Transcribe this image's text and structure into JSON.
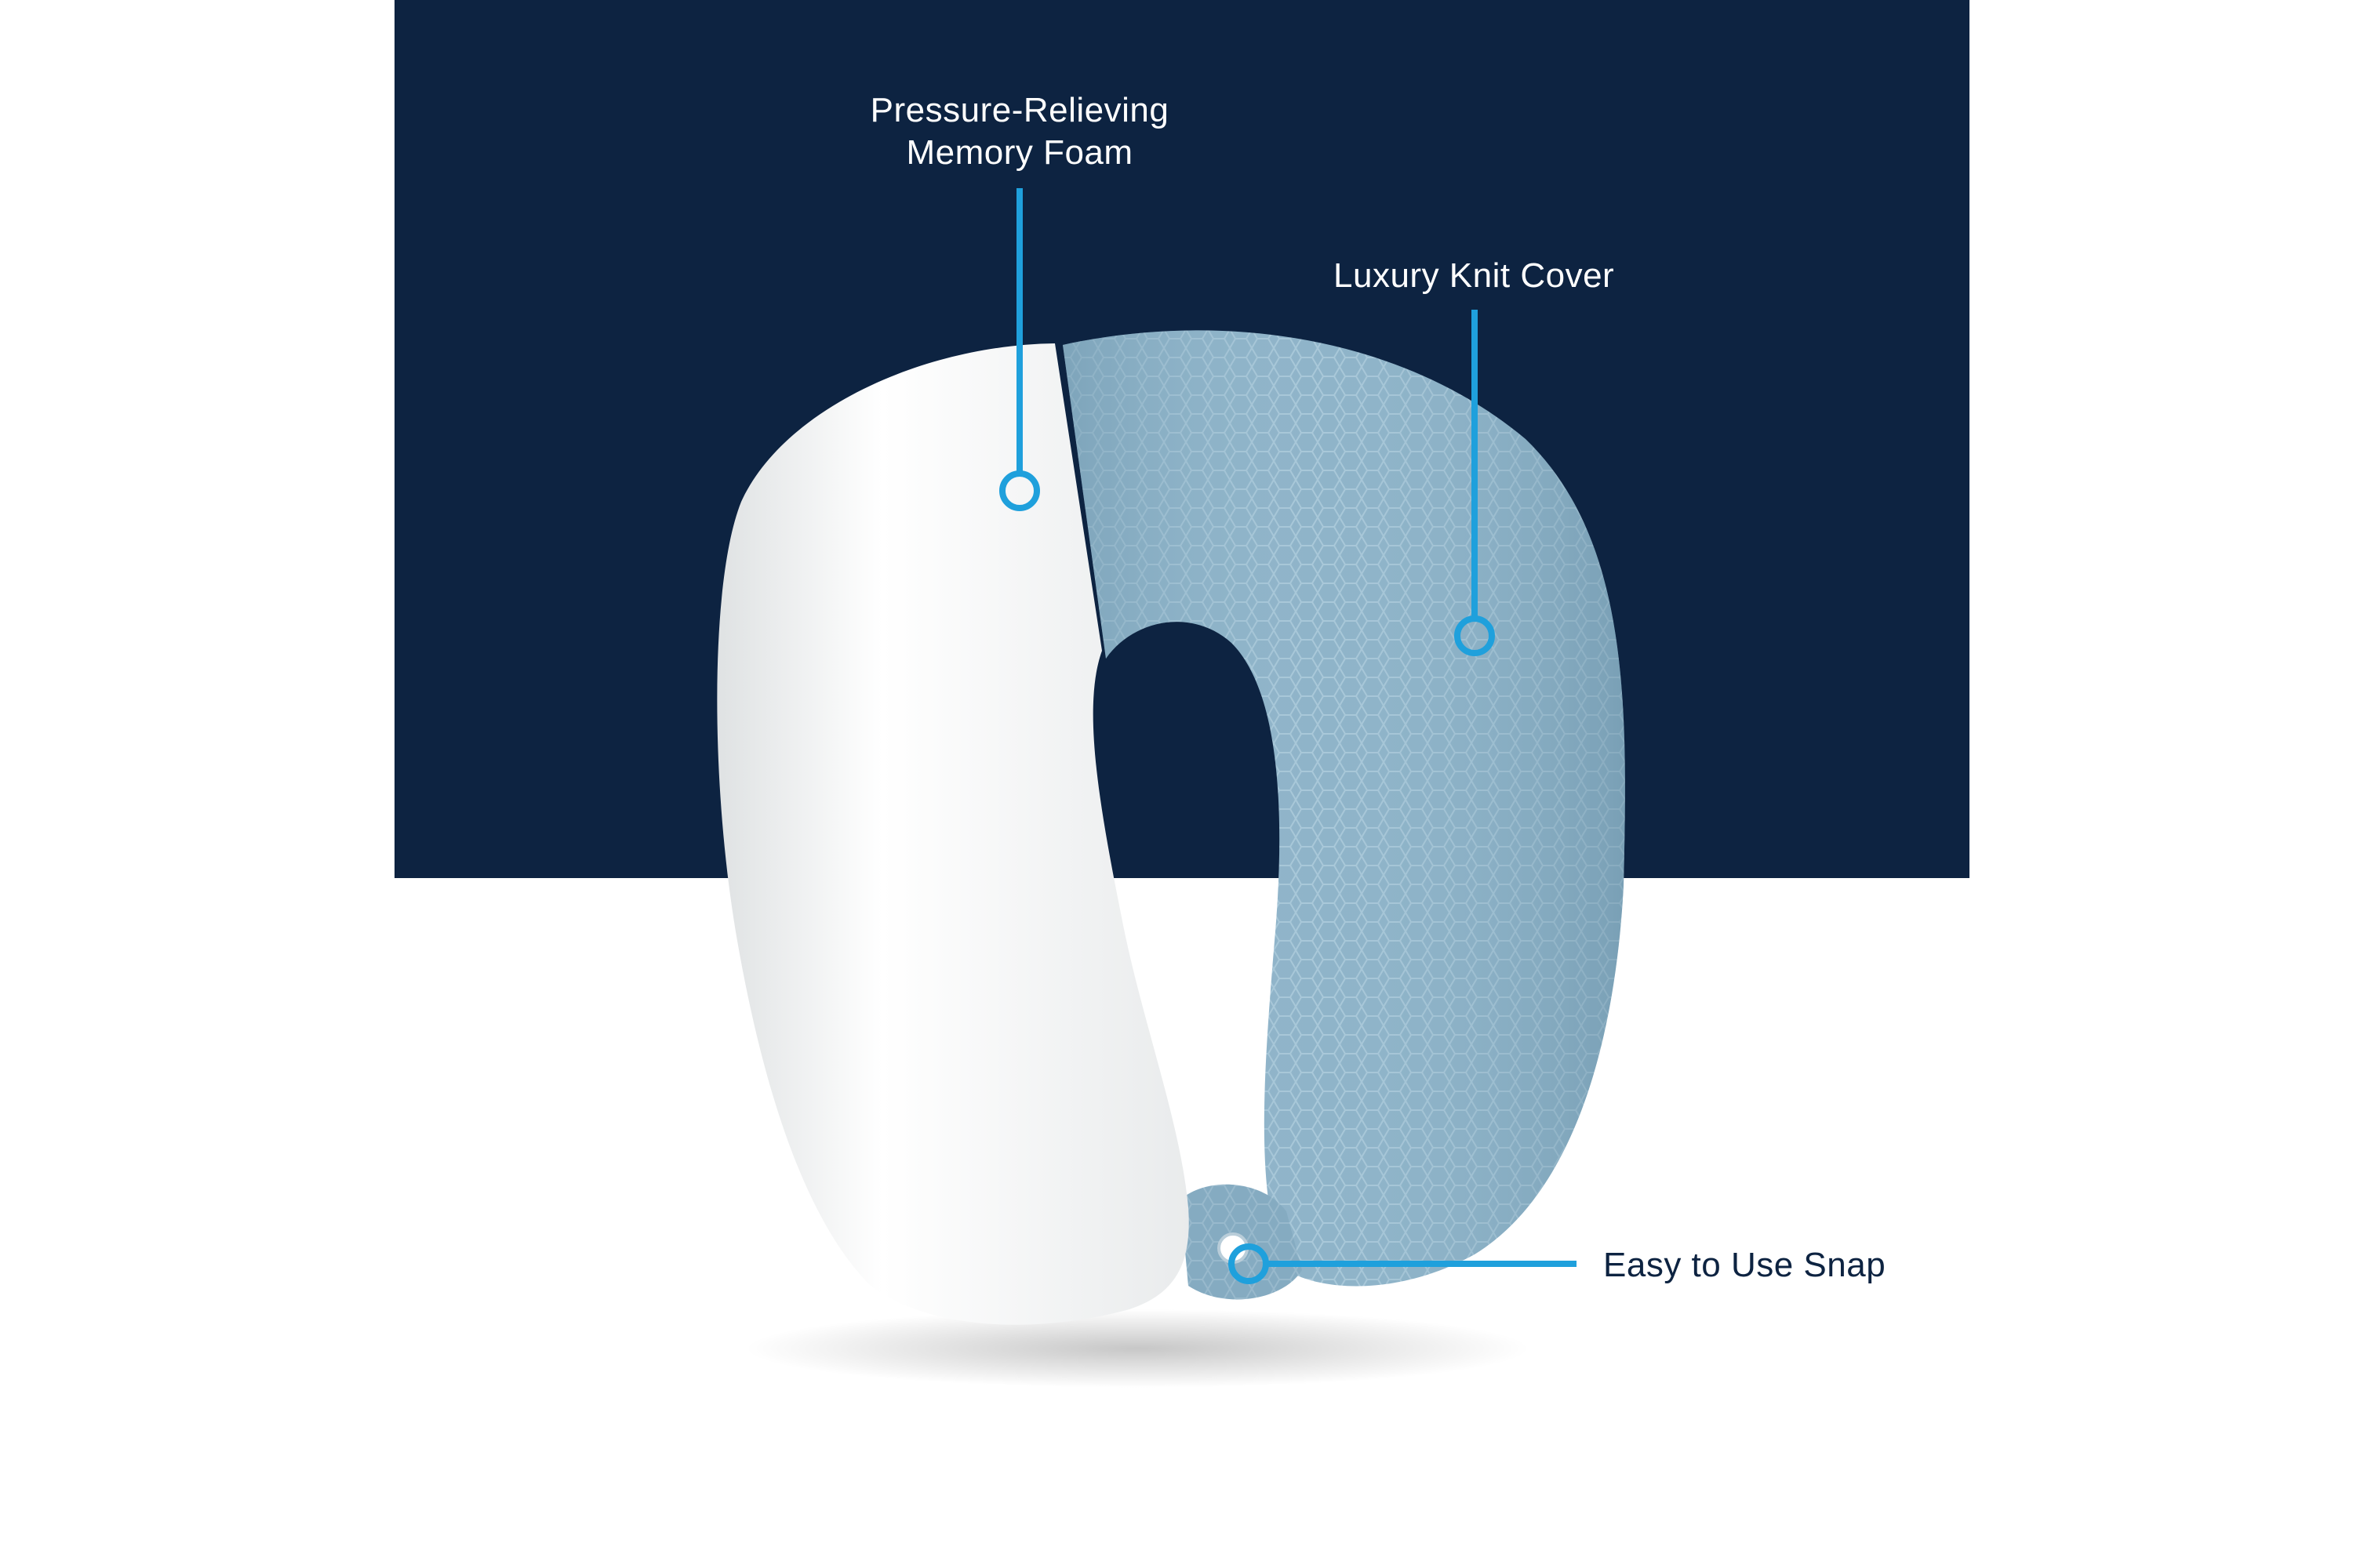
{
  "colors": {
    "background": "#ffffff",
    "panel": "#0d2341",
    "accent": "#1fa0dc",
    "foam": "#f4f5f5",
    "knit": "#8fb4c9"
  },
  "callouts": {
    "memory_foam": {
      "line1": "Pressure-Relieving",
      "line2": "Memory Foam"
    },
    "knit_cover": {
      "label": "Luxury Knit Cover"
    },
    "snap": {
      "label": "Easy to Use Snap"
    }
  }
}
